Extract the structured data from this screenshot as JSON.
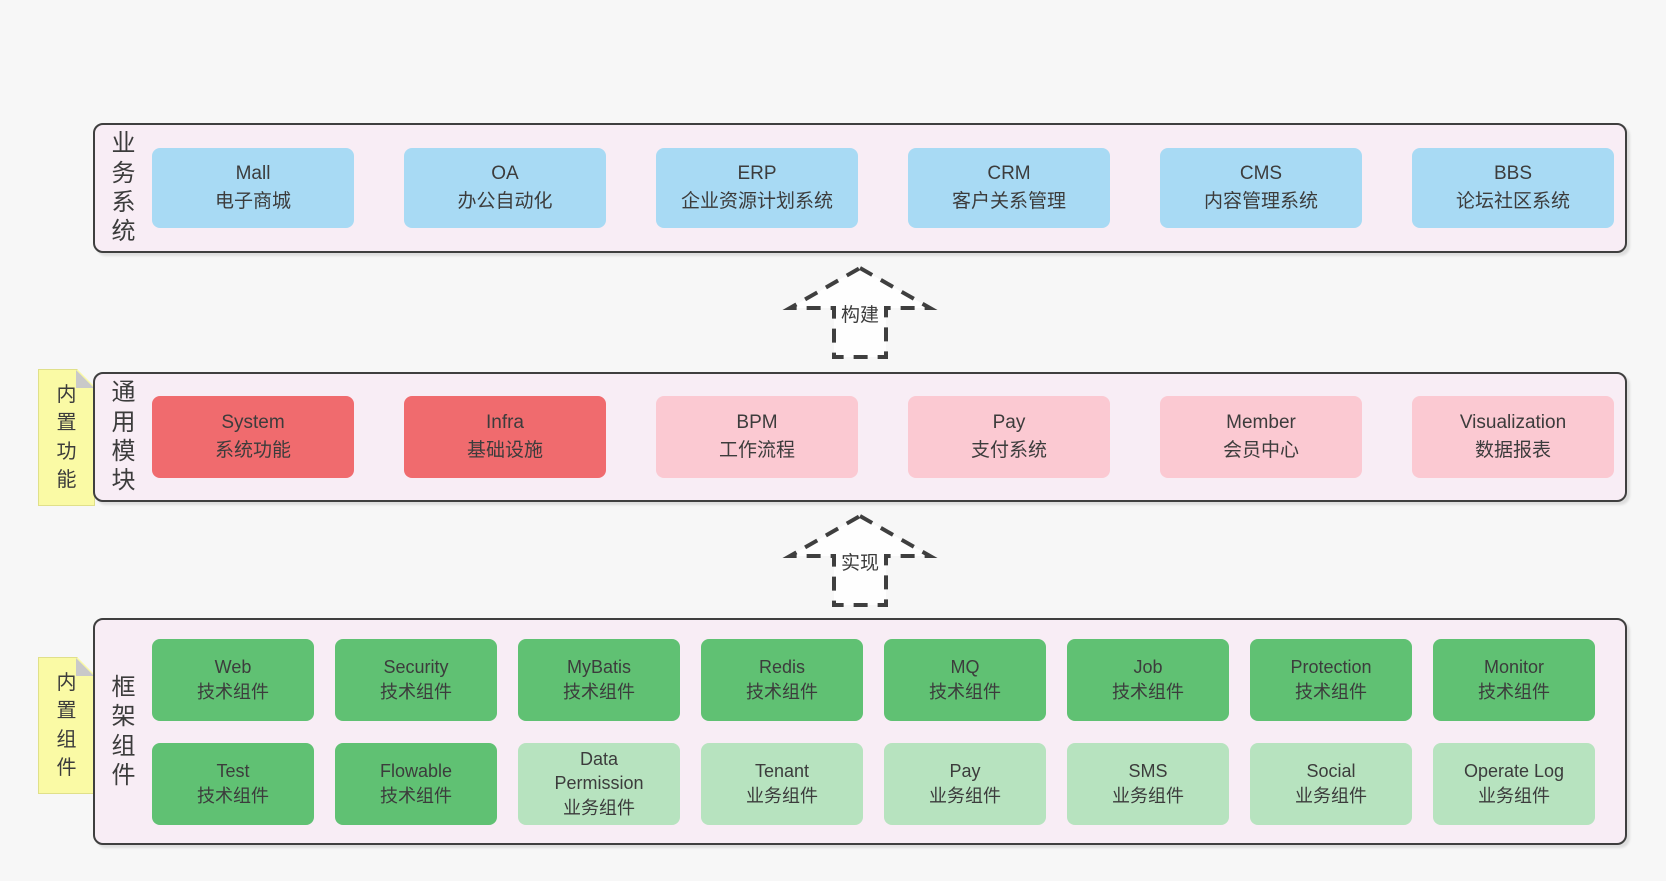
{
  "diagram": {
    "colors": {
      "page_bg": "#f7f7f7",
      "band_bg": "#f8edf5",
      "band_border": "#3f3f3f",
      "blue": "#a8daf4",
      "red": "#f06b6e",
      "pink": "#fbc9d2",
      "green_dark": "#60c173",
      "green_light": "#b7e3bf",
      "note_bg": "#fafaa5",
      "note_border": "#e0e08a",
      "note_fold": "#c9c9c9",
      "text": "#3c3c3c"
    },
    "arrows": [
      {
        "label": "构建"
      },
      {
        "label": "实现"
      }
    ],
    "notes": [
      {
        "text": "内置功能"
      },
      {
        "text": "内置组件"
      }
    ],
    "bands": [
      {
        "id": "business-systems",
        "side_label": "业务系统",
        "rows": [
          [
            {
              "name": "Mall",
              "desc": "电子商城",
              "variant": "blue"
            },
            {
              "name": "OA",
              "desc": "办公自动化",
              "variant": "blue"
            },
            {
              "name": "ERP",
              "desc": "企业资源计划系统",
              "variant": "blue"
            },
            {
              "name": "CRM",
              "desc": "客户关系管理",
              "variant": "blue"
            },
            {
              "name": "CMS",
              "desc": "内容管理系统",
              "variant": "blue"
            },
            {
              "name": "BBS",
              "desc": "论坛社区系统",
              "variant": "blue"
            }
          ]
        ]
      },
      {
        "id": "common-modules",
        "side_label": "通用模块",
        "rows": [
          [
            {
              "name": "System",
              "desc": "系统功能",
              "variant": "red"
            },
            {
              "name": "Infra",
              "desc": "基础设施",
              "variant": "red"
            },
            {
              "name": "BPM",
              "desc": "工作流程",
              "variant": "pink"
            },
            {
              "name": "Pay",
              "desc": "支付系统",
              "variant": "pink"
            },
            {
              "name": "Member",
              "desc": "会员中心",
              "variant": "pink"
            },
            {
              "name": "Visualization",
              "desc": "数据报表",
              "variant": "pink"
            }
          ]
        ]
      },
      {
        "id": "framework-components",
        "side_label": "框架组件",
        "rows": [
          [
            {
              "name": "Web",
              "desc": "技术组件",
              "variant": "green-dark"
            },
            {
              "name": "Security",
              "desc": "技术组件",
              "variant": "green-dark"
            },
            {
              "name": "MyBatis",
              "desc": "技术组件",
              "variant": "green-dark"
            },
            {
              "name": "Redis",
              "desc": "技术组件",
              "variant": "green-dark"
            },
            {
              "name": "MQ",
              "desc": "技术组件",
              "variant": "green-dark"
            },
            {
              "name": "Job",
              "desc": "技术组件",
              "variant": "green-dark"
            },
            {
              "name": "Protection",
              "desc": "技术组件",
              "variant": "green-dark"
            },
            {
              "name": "Monitor",
              "desc": "技术组件",
              "variant": "green-dark"
            }
          ],
          [
            {
              "name": "Test",
              "desc": "技术组件",
              "variant": "green-dark"
            },
            {
              "name": "Flowable",
              "desc": "技术组件",
              "variant": "green-dark"
            },
            {
              "name": "Data Permission",
              "desc": "业务组件",
              "variant": "green-light"
            },
            {
              "name": "Tenant",
              "desc": "业务组件",
              "variant": "green-light"
            },
            {
              "name": "Pay",
              "desc": "业务组件",
              "variant": "green-light"
            },
            {
              "name": "SMS",
              "desc": "业务组件",
              "variant": "green-light"
            },
            {
              "name": "Social",
              "desc": "业务组件",
              "variant": "green-light"
            },
            {
              "name": "Operate Log",
              "desc": "业务组件",
              "variant": "green-light"
            }
          ]
        ]
      }
    ]
  }
}
